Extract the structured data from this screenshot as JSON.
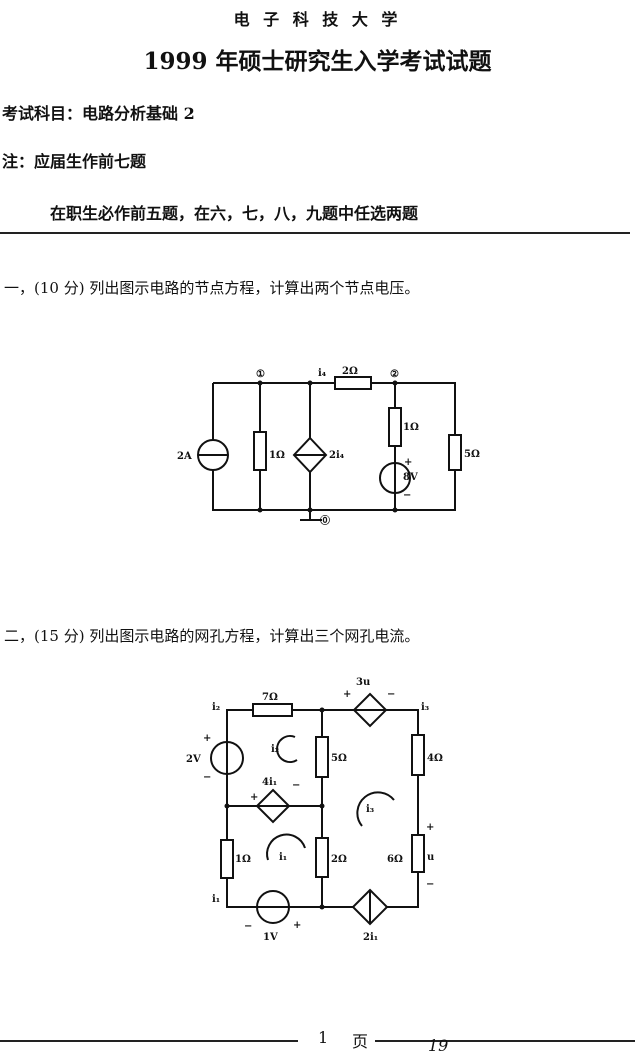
{
  "header": {
    "university": "电 子 科 技 大 学",
    "title": "1999 年硕士研究生入学考试试题",
    "subject": "考试科目：电路分析基础 2",
    "note1": "注：应届生作前七题",
    "note2": "在职生必作前五题，在六，七，八，九题中任选两题"
  },
  "q1": {
    "text": "一，(10 分) 列出图示电路的节点方程，计算出两个节点电压。",
    "labels": {
      "node1": "①",
      "node2": "②",
      "node0": "⓪",
      "i4": "i₄",
      "r2": "2Ω",
      "cs": "2A",
      "r1a": "1Ω",
      "dep": "2i₄",
      "r1b": "1Ω",
      "vs": "8V",
      "plus": "+",
      "minus": "−",
      "r5": "5Ω"
    }
  },
  "q2": {
    "text": "二，(15 分) 列出图示电路的网孔方程，计算出三个网孔电流。",
    "labels": {
      "r7": "7Ω",
      "dep3u": "3u",
      "i2": "i₂",
      "i3": "i₃",
      "v2": "2V",
      "mesh2": "i₂",
      "r5": "5Ω",
      "r4": "4Ω",
      "dep4i1": "4i₁",
      "mesh3": "i₃",
      "mesh1": "i₁",
      "r1": "1Ω",
      "r2": "2Ω",
      "r6": "6Ω",
      "u": "u",
      "i1": "i₁",
      "v1": "1V",
      "dep2i1": "2i₁",
      "plus": "+",
      "minus": "−"
    }
  },
  "footer": {
    "page_num": "1",
    "page_label": "页",
    "handwritten": "19"
  }
}
